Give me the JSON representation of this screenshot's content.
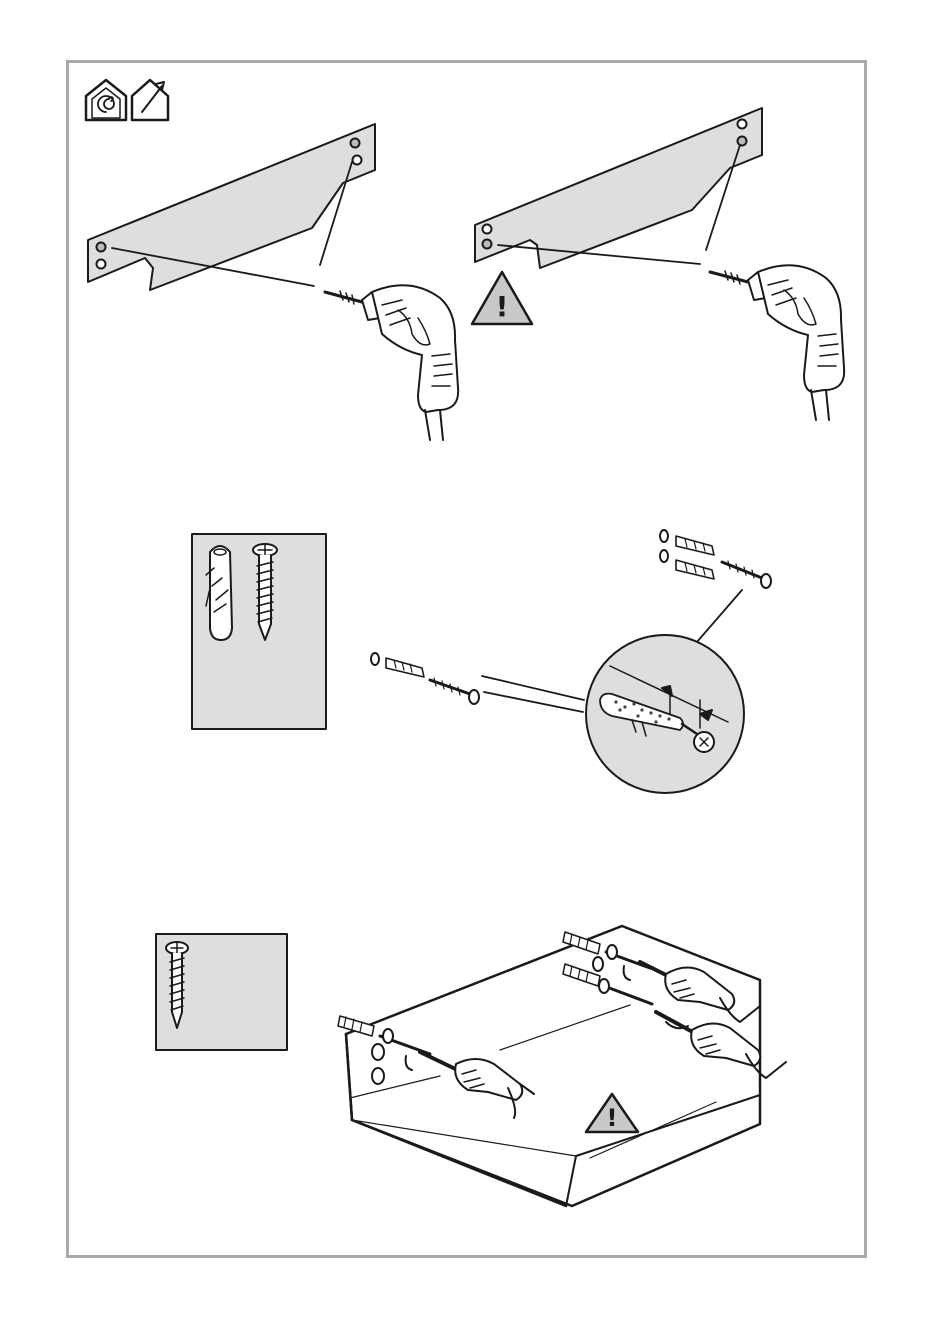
{
  "page": {
    "type": "installation-instruction-sheet",
    "steps": [
      {
        "id": "drill-holes",
        "warning_symbol": "!"
      },
      {
        "id": "insert-wall-plugs"
      },
      {
        "id": "fix-hood-with-screws",
        "warning_symbol": "!"
      }
    ]
  },
  "colors": {
    "frame": "#a9a9a9",
    "panel_fill": "#dedede",
    "line": "#1a1a1a",
    "warning_fill": "#c8c8c8"
  },
  "icons": [
    "hood-recirculation-icon",
    "hood-outside-venting-icon",
    "drill-icon",
    "warning-triangle-icon",
    "wall-plug-icon",
    "screw-icon",
    "screwdriver-icon"
  ]
}
